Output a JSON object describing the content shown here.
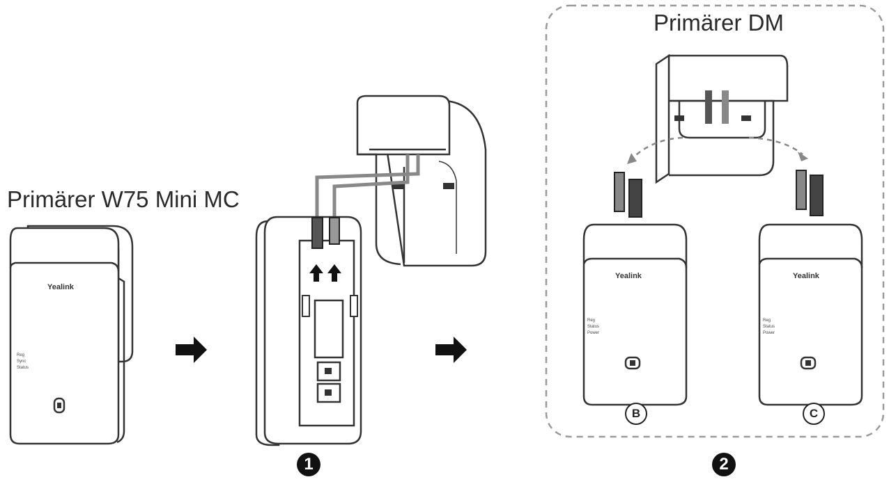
{
  "labels": {
    "primary_mc": "Primärer W75 Mini MC",
    "primary_dm": "Primärer DM",
    "step_1": "1",
    "step_2": "2",
    "base_b": "B",
    "base_c": "C"
  },
  "device_text": {
    "brand": "Yealink",
    "leds_mc": [
      "Reg",
      "Sync",
      "Status"
    ],
    "leds_b": [
      "Reg",
      "Status",
      "Power"
    ],
    "leds_c": [
      "Reg",
      "Status",
      "Power"
    ]
  },
  "colors": {
    "line": "#333333",
    "dashed_border": "#9a9a9a",
    "cable": "#888888",
    "arrow": "#111111"
  },
  "icons": [
    "arrow-right-icon",
    "arrow-up-icon",
    "ethernet-plug-icon",
    "power-plug-icon"
  ]
}
